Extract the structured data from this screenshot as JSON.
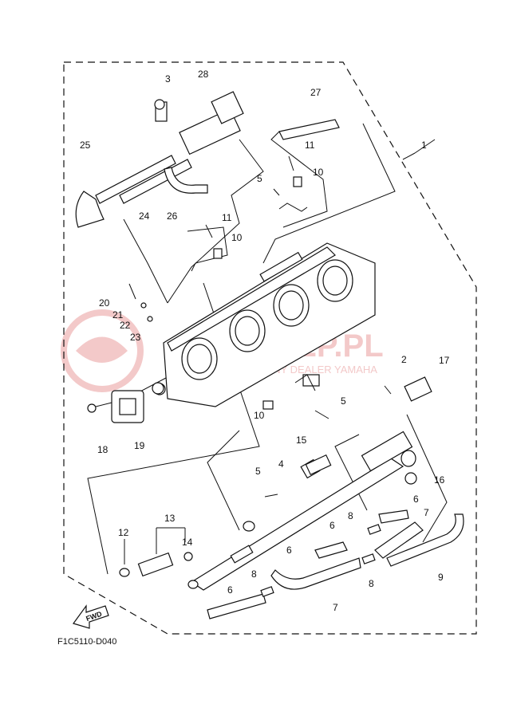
{
  "diagram": {
    "code": "F1C5110-D040",
    "fwd": "FWD",
    "watermark": {
      "main": "KALEP.PL",
      "sub": "AUTORYZOWANY DEALER YAMAHA"
    },
    "labels": {
      "p1": "1",
      "p2": "2",
      "p3": "3",
      "p4": "4",
      "p5a": "5",
      "p5b": "5",
      "p5c": "5",
      "p6a": "6",
      "p6b": "6",
      "p6c": "6",
      "p6d": "6",
      "p7a": "7",
      "p7b": "7",
      "p8a": "8",
      "p8b": "8",
      "p8c": "8",
      "p9": "9",
      "p10a": "10",
      "p10b": "10",
      "p10c": "10",
      "p11a": "11",
      "p11b": "11",
      "p12": "12",
      "p13": "13",
      "p14": "14",
      "p15": "15",
      "p16": "16",
      "p17": "17",
      "p18": "18",
      "p19": "19",
      "p20": "20",
      "p21": "21",
      "p22": "22",
      "p23": "23",
      "p24": "24",
      "p25": "25",
      "p26": "26",
      "p27": "27",
      "p28": "28"
    }
  }
}
